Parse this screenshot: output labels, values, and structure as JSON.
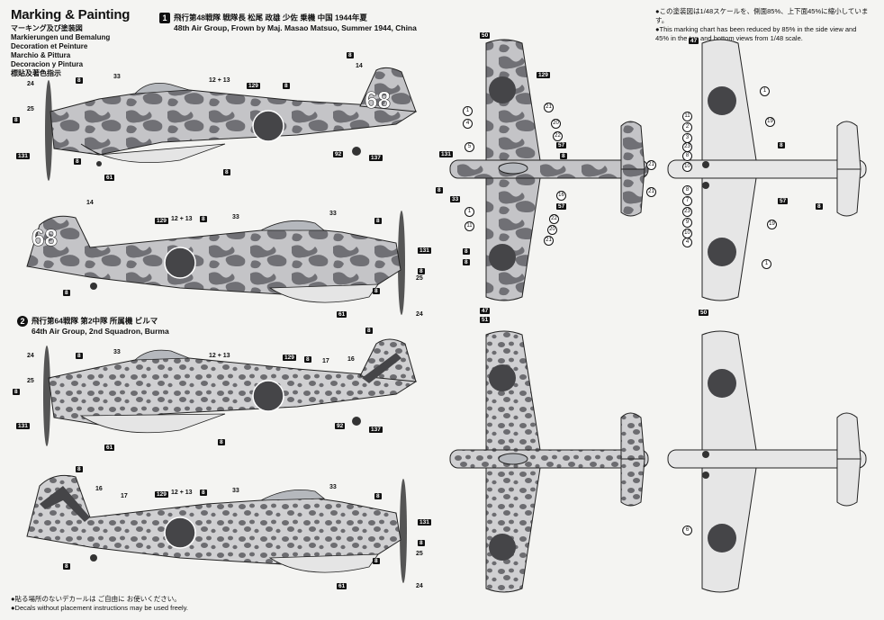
{
  "header": {
    "title": "Marking & Painting",
    "languages": [
      "マーキング及び塗装図",
      "Markierungen und Bemalung",
      "Decoration et Peinture",
      "Marchio & Pittura",
      "Decoracion y Pintura",
      "標貼及著色指示"
    ]
  },
  "scale_note": {
    "ja": "●この塗装図は1/48スケールを、側面85%、上下面45%に縮小しています。",
    "en": "●This marking chart has been reduced by 85% in the side view and 45% in the top and bottom views from 1/48 scale."
  },
  "schemes": [
    {
      "number": "1",
      "ja": "飛行第48戦隊 戦隊長 松尾 政雄 少佐 乗機 中国 1944年夏",
      "en": "48th Air Group, Frown by Maj. Masao Matsuo, Summer 1944, China",
      "code": "68"
    },
    {
      "number": "2",
      "ja": "飛行第64戦隊 第2中隊 所属機 ビルマ",
      "en": "64th Air Group, 2nd Squadron, Burma"
    }
  ],
  "footnote": {
    "ja": "●貼る場所のないデカールは ご自由に お使いください。",
    "en": "●Decals without placement instructions may be used freely."
  },
  "callouts": {
    "side1_top": [
      "24",
      "25",
      "8",
      "131",
      "8",
      "33",
      "12 + 13",
      "129",
      "8",
      "14",
      "8",
      "8",
      "92",
      "137",
      "61",
      "8"
    ],
    "side1_bottom": [
      "129",
      "12 + 13",
      "8",
      "33",
      "33",
      "8",
      "14",
      "131",
      "8",
      "8",
      "25",
      "24",
      "61",
      "8"
    ],
    "side2_top": [
      "24",
      "25",
      "8",
      "131",
      "8",
      "33",
      "12 + 13",
      "129",
      "8",
      "17",
      "16",
      "8",
      "92",
      "137",
      "61",
      "8"
    ],
    "side2_bottom": [
      "8",
      "16",
      "17",
      "129",
      "12 + 13",
      "8",
      "33",
      "33",
      "8",
      "131",
      "8",
      "25",
      "24",
      "8",
      "61",
      "8"
    ],
    "top_views": [
      "50",
      "129",
      "1",
      "21",
      "4",
      "20",
      "5",
      "22",
      "57",
      "8",
      "131",
      "8",
      "33",
      "21",
      "21",
      "16",
      "57",
      "1",
      "22",
      "11",
      "20",
      "8",
      "21",
      "8",
      "47",
      "51"
    ],
    "bottom_views": [
      "47",
      "1",
      "11",
      "19",
      "2",
      "3",
      "23",
      "8",
      "8",
      "10",
      "57",
      "8",
      "8",
      "7",
      "23",
      "9",
      "10",
      "4",
      "19",
      "1",
      "50",
      "6"
    ]
  },
  "colors": {
    "camo_base": "#c9c9cc",
    "camo_blotch": "#6f6f73",
    "hinomaru": "#454548",
    "underside": "#e6e6e6"
  }
}
